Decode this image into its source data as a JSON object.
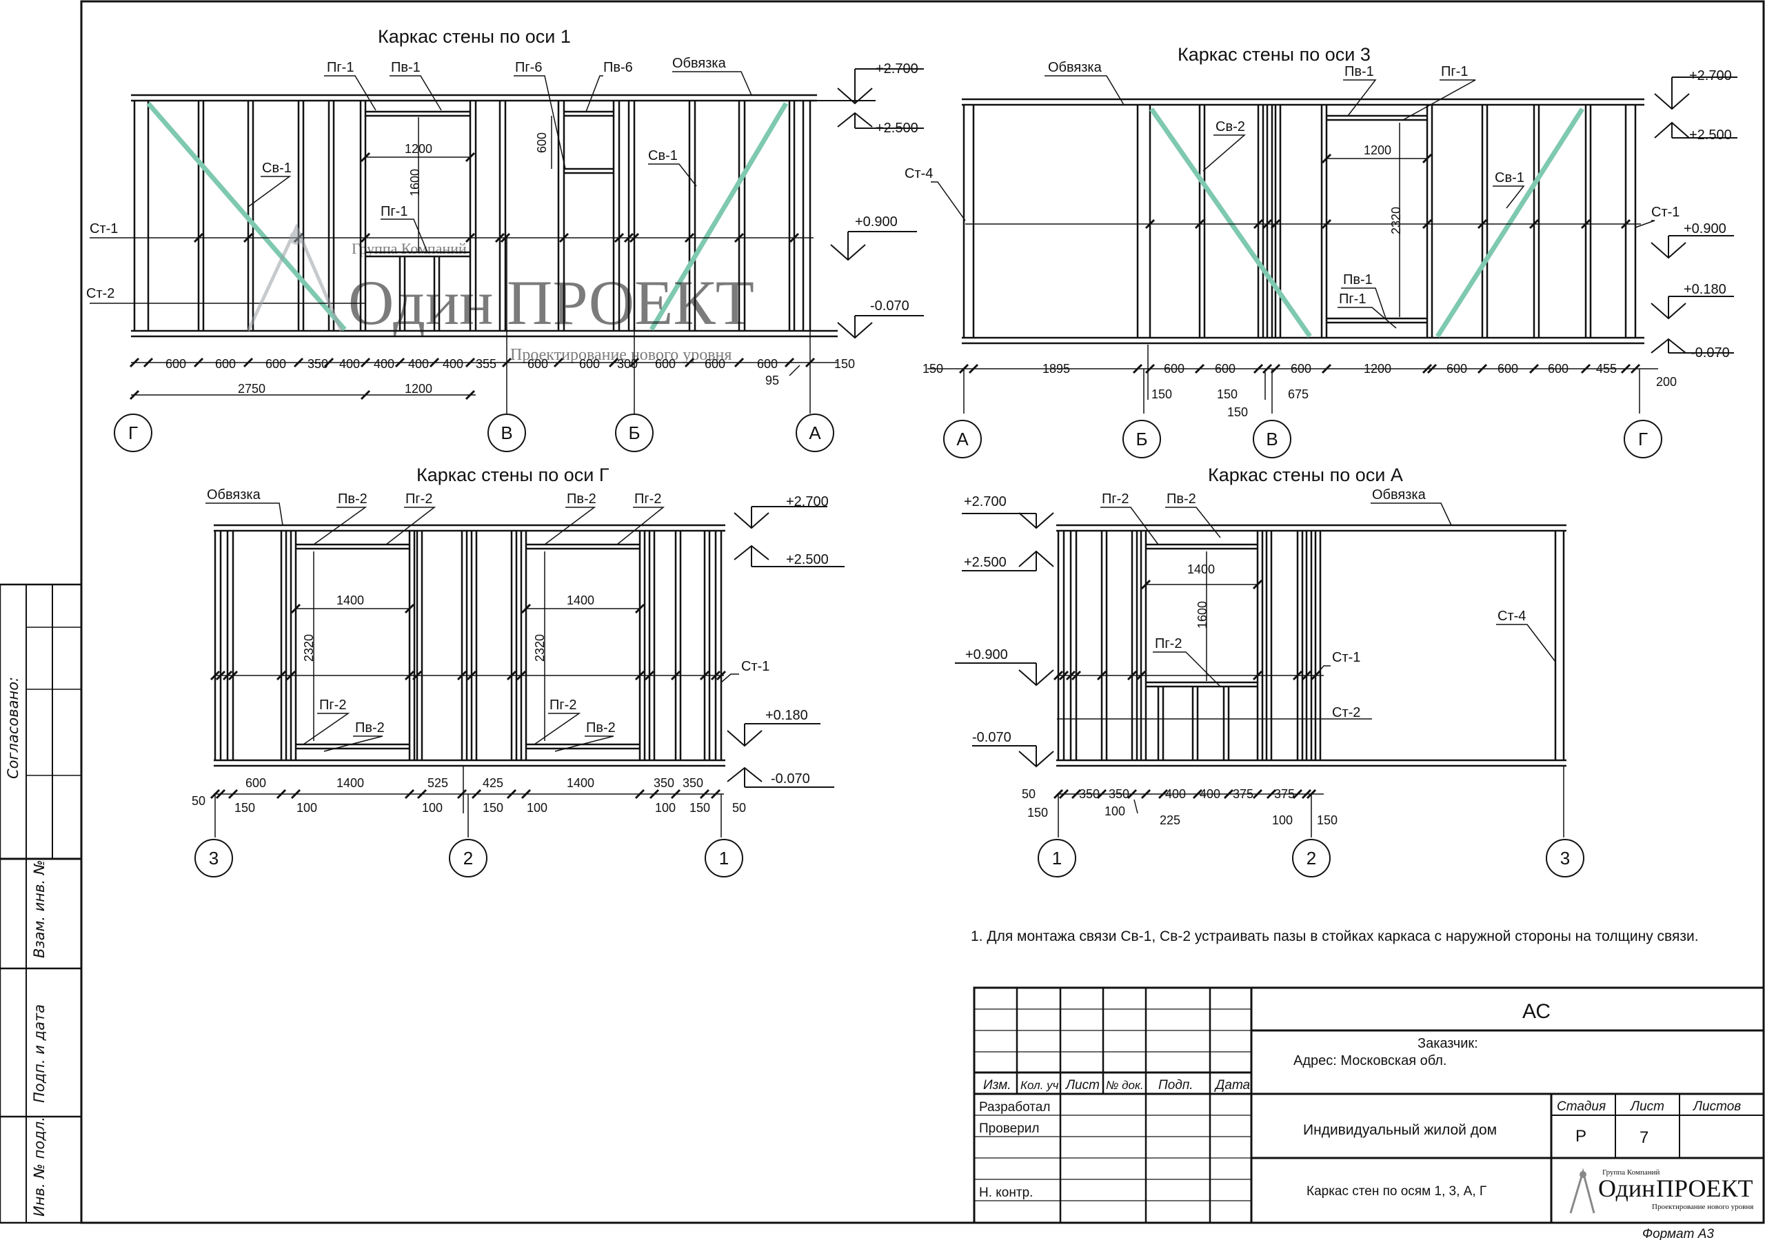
{
  "titles": {
    "axis1": "Каркас стены по оси 1",
    "axis3": "Каркас стены по оси 3",
    "axisG": "Каркас стены по оси Г",
    "axisA": "Каркас стены по оси А"
  },
  "levels": {
    "l2700": "+2.700",
    "l2500": "+2.500",
    "l0900": "+0.900",
    "l0180": "+0.180",
    "lm0070": "-0.070"
  },
  "labels": {
    "pg1": "Пг-1",
    "pv1": "Пв-1",
    "pg6": "Пг-6",
    "pv6": "Пв-6",
    "obv": "Обвязка",
    "sv1": "Св-1",
    "sv2": "Св-2",
    "st1": "Ст-1",
    "st2": "Ст-2",
    "st4": "Ст-4",
    "pg2": "Пг-2",
    "pv2": "Пв-2"
  },
  "dims": {
    "d50": "50",
    "d95": "95",
    "d100": "100",
    "d150": "150",
    "d200": "200",
    "d225": "225",
    "d300": "300",
    "d350": "350",
    "d355": "355",
    "d375": "375",
    "d400": "400",
    "d425": "425",
    "d455": "455",
    "d525": "525",
    "d600": "600",
    "d675": "675",
    "d1200": "1200",
    "d1400": "1400",
    "d1600": "1600",
    "d1895": "1895",
    "d2320": "2320",
    "d2750": "2750"
  },
  "axes": {
    "a1": "1",
    "a2": "2",
    "a3": "3",
    "aA": "А",
    "aB": "Б",
    "aV": "В",
    "aG": "Г"
  },
  "note": "1.    Для монтажа связи Св-1, Св-2 устраивать пазы в стойках каркаса с наружной стороны на толщину связи.",
  "watermark": {
    "group": "Группа Компаний",
    "brand1": "Один",
    "brand2": "ПРОЕКТ",
    "slogan": "Проектирование нового уровня"
  },
  "side_stamp": {
    "agreed": "Согласовано:",
    "inv_vzam": "Взам. инв. №",
    "sign_date": "Подп. и дата",
    "inv_podl": "Инв. № подл."
  },
  "title_block": {
    "code": "АС",
    "customer": "Заказчик:",
    "address": "Адрес: Московская обл.",
    "cols": [
      "Изм.",
      "Кол. уч",
      "Лист",
      "№ док.",
      "Подп.",
      "Дата"
    ],
    "developed": "Разработал",
    "checked": "Проверил",
    "norm_control": "Н. контр.",
    "object": "Индивидуальный жилой дом",
    "sheet_title": "Каркас стен по осям 1, 3, А, Г",
    "stage_h": "Стадия",
    "sheet_h": "Лист",
    "sheets_h": "Листов",
    "stage": "Р",
    "sheet": "7",
    "format": "Формат А3"
  },
  "colors": {
    "brace": "#7ec9b0",
    "watermark_blue": "#3aa0e6",
    "line": "#111111"
  }
}
